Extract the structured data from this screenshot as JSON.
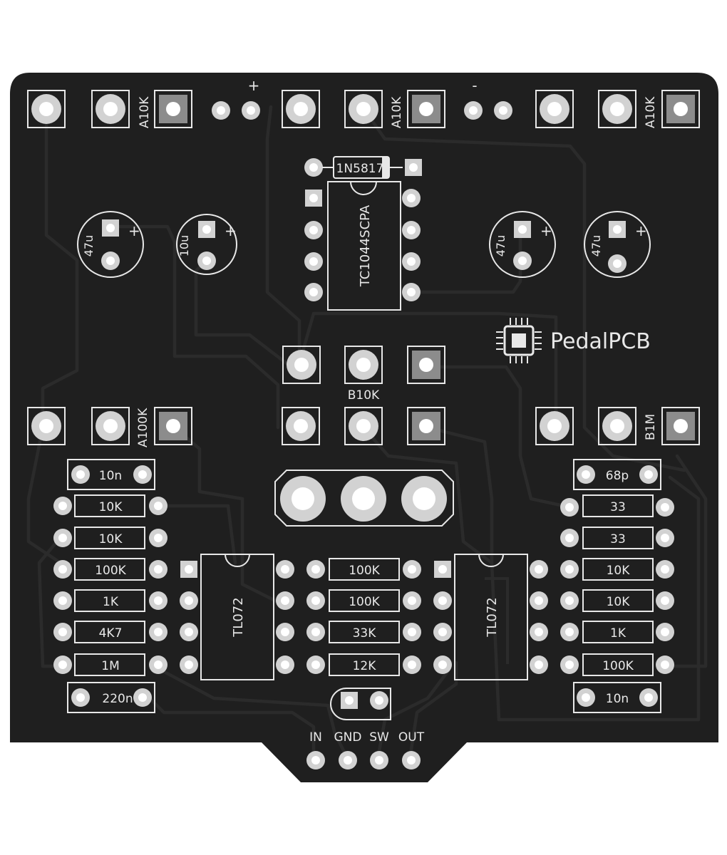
{
  "board": {
    "brand": "PedalPCB",
    "colors": {
      "board": "#1f1f1f",
      "silkscreen": "#e8e8e8",
      "pad": "#d2d2d2",
      "trace": "#2b2b2b"
    },
    "power_labels": {
      "plus": "+",
      "minus": "-"
    },
    "potentiometers": {
      "p1": "A10K",
      "p2": "A10K",
      "p3": "A10K",
      "p4": "A100K",
      "p5": "B10K",
      "p6": "B1M"
    },
    "ic": {
      "regulator": "TC1044SCPA",
      "opamp_left": "TL072",
      "opamp_right": "TL072"
    },
    "diode": "1N5817",
    "electrolytic": {
      "c1": "47u",
      "c2": "10u",
      "c3": "47u",
      "c4": "47u",
      "plus_mark": "+"
    },
    "left_components": [
      "10n",
      "10K",
      "10K",
      "100K",
      "1K",
      "4K7",
      "1M",
      "220n"
    ],
    "center_components": [
      "100K",
      "100K",
      "33K",
      "12K"
    ],
    "right_components": [
      "68p",
      "33",
      "33",
      "10K",
      "10K",
      "1K",
      "100K",
      "10n"
    ],
    "io": [
      "IN",
      "GND",
      "SW",
      "OUT"
    ]
  }
}
